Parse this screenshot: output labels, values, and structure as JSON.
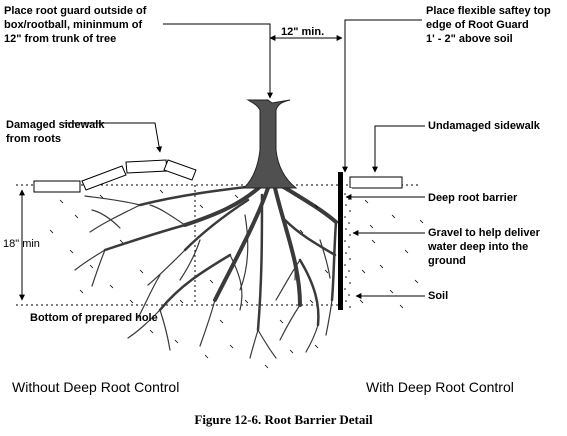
{
  "annotations": {
    "root_guard_placement": "Place root guard outside of\nbox/rootball, mininmum of\n12\" from trunk of tree",
    "flexible_top_edge": "Place flexible saftey top\nedge of Root Guard\n1' - 2\" above soil",
    "min_distance": "12\" min.",
    "damaged_sidewalk": "Damaged sidewalk\nfrom roots",
    "undamaged_sidewalk": "Undamaged sidewalk",
    "deep_root_barrier": "Deep root barrier",
    "gravel": "Gravel to help deliver\nwater deep into the\nground",
    "soil": "Soil",
    "depth_min": "18\" min",
    "bottom_of_hole": "Bottom of prepared hole"
  },
  "sections": {
    "left": "Without Deep Root Control",
    "right": "With Deep Root Control"
  },
  "caption": "Figure 12-6. Root Barrier Detail",
  "colors": {
    "ink": "#000000",
    "background": "#ffffff",
    "trunk": "#505050",
    "roots": "#3a3a3a"
  }
}
